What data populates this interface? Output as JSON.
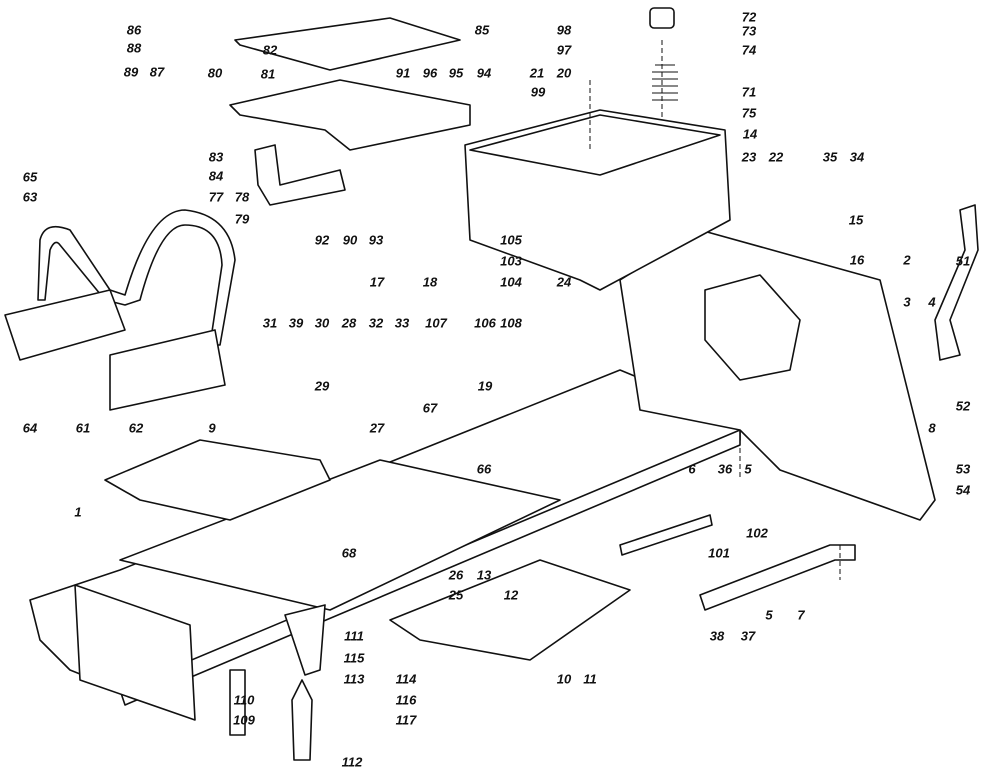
{
  "diagram": {
    "callouts": [
      "86",
      "88",
      "89",
      "87",
      "82",
      "85",
      "80",
      "81",
      "91",
      "96",
      "95",
      "94",
      "98",
      "97",
      "72",
      "73",
      "74",
      "71",
      "75",
      "21",
      "20",
      "99",
      "14",
      "23",
      "22",
      "35",
      "34",
      "15",
      "83",
      "84",
      "77",
      "78",
      "79",
      "92",
      "90",
      "93",
      "65",
      "63",
      "17",
      "18",
      "105",
      "103",
      "104",
      "24",
      "107",
      "106",
      "108",
      "16",
      "2",
      "51",
      "3",
      "4",
      "31",
      "39",
      "30",
      "28",
      "32",
      "33",
      "29",
      "64",
      "61",
      "62",
      "19",
      "52",
      "8",
      "9",
      "27",
      "67",
      "66",
      "53",
      "54",
      "1",
      "6",
      "36",
      "5",
      "102",
      "101",
      "68",
      "26",
      "13",
      "12",
      "25",
      "5",
      "7",
      "38",
      "37",
      "111",
      "115",
      "10",
      "11",
      "113",
      "114",
      "116",
      "110",
      "117",
      "109",
      "112"
    ]
  }
}
